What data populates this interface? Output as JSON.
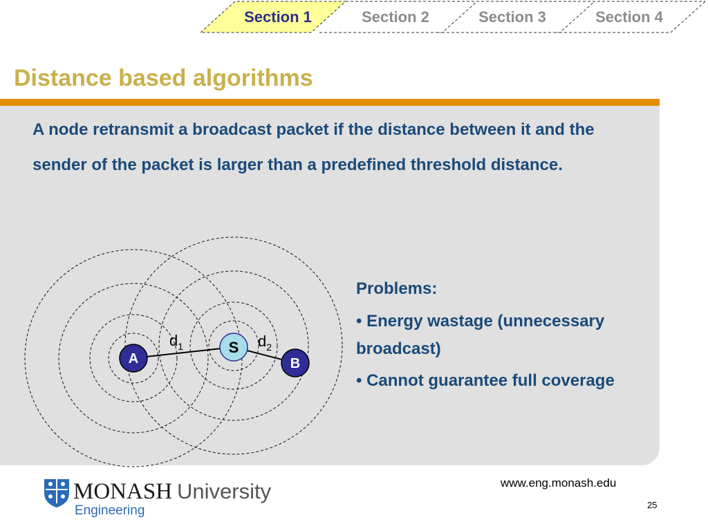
{
  "tabs": [
    {
      "label": "Section 1",
      "active": true
    },
    {
      "label": "Section 2",
      "active": false
    },
    {
      "label": "Section 3",
      "active": false
    },
    {
      "label": "Section 4",
      "active": false
    }
  ],
  "slide": {
    "title": "Distance based algorithms",
    "intro": "A node retransmit a broadcast packet if the distance between it and the sender of the packet is larger than a predefined threshold distance."
  },
  "diagram": {
    "nodes": {
      "a": "A",
      "s": "S",
      "b": "B"
    },
    "labels": {
      "d1_base": "d",
      "d1_sub": "1",
      "d2_base": "d",
      "d2_sub": "2"
    }
  },
  "problems": {
    "heading": "Problems:",
    "items": [
      "• Energy wastage (unnecessary broadcast)",
      "• Cannot guarantee full coverage"
    ]
  },
  "footer": {
    "logo_word_1": "MONASH",
    "logo_word_2": "University",
    "logo_sub": "Engineering",
    "url": "www.eng.monash.edu",
    "page_number": "25"
  },
  "colors": {
    "title": "#c9b04a",
    "rule": "#df8c00",
    "panel": "#e0e0e0",
    "body_text": "#1a4a7a",
    "active_tab_fill": "#ffff99",
    "node_fill": "#2e2e96",
    "sender_fill": "#a8dce8"
  }
}
